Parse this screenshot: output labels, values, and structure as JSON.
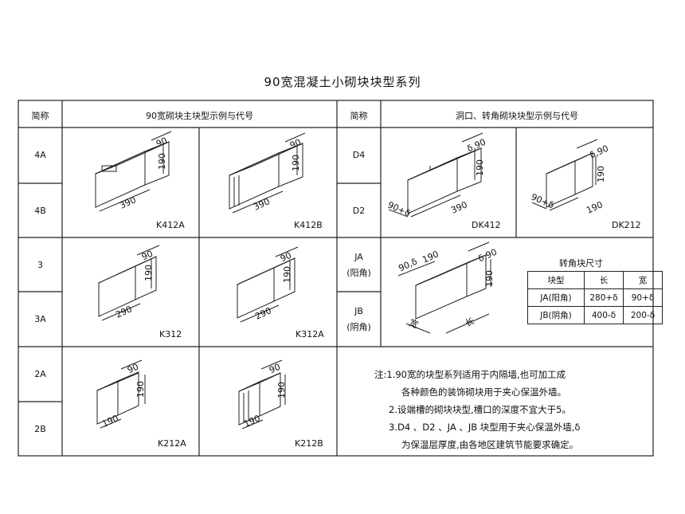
{
  "title": "90宽混凝土小砌块块型系列",
  "header": {
    "col1": "简称",
    "col2": "90宽砌块主块型示例与代号",
    "col3": "简称",
    "col4": "洞口、转角砌块块型示例与代号"
  },
  "left_codes": [
    "4A",
    "4B",
    "3",
    "3A",
    "2A",
    "2B"
  ],
  "right_codes": {
    "d4": "D4",
    "d2": "D2",
    "ja": "JA",
    "ja_sub": "(阳角)",
    "jb": "JB",
    "jb_sub": "(阴角)"
  },
  "blocks": {
    "k412a": {
      "code": "K412A",
      "len": "390",
      "h": "190",
      "w": "90"
    },
    "k412b": {
      "code": "K412B",
      "len": "390",
      "h": "190",
      "w": "90"
    },
    "k312": {
      "code": "K312",
      "len": "290",
      "h": "190",
      "w": "90"
    },
    "k312a": {
      "code": "K312A",
      "len": "290",
      "h": "190",
      "w": "90"
    },
    "k212a": {
      "code": "K212A",
      "len": "190",
      "h": "190",
      "w": "90"
    },
    "k212b": {
      "code": "K212B",
      "len": "190",
      "h": "190",
      "w": "90"
    },
    "dk412": {
      "code": "DK412",
      "len": "390",
      "h": "190",
      "w": "δ,90",
      "w2": "90+δ"
    },
    "dk212": {
      "code": "DK212",
      "len": "190",
      "h": "190",
      "w": "δ,90",
      "w2": "90+δ"
    },
    "jablk": {
      "w1": "90,δ",
      "l1": "190",
      "w": "δ,90",
      "h": "190",
      "wide": "宽",
      "long": "长"
    }
  },
  "corner_table": {
    "caption": "转角块尺寸",
    "headers": [
      "块型",
      "长",
      "宽"
    ],
    "rows": [
      [
        "JA(阳角)",
        "280+δ",
        "90+δ"
      ],
      [
        "JB(阴角)",
        "400-δ",
        "200-δ"
      ]
    ]
  },
  "notes": [
    "注:1.90宽的块型系列适用于内隔墙,也可加工成",
    "各种颜色的装饰砌块用于夹心保温外墙。",
    "2.设端槽的砌块块型,槽口的深度不宜大于5。",
    "3.D4 、D2 、JA 、JB 块型用于夹心保温外墙,δ",
    "为保温层厚度,由各地区建筑节能要求确定。"
  ]
}
